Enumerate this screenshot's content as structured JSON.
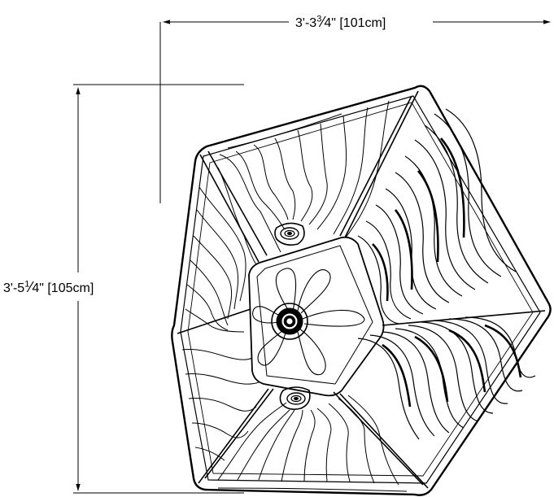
{
  "dimensions": {
    "width": {
      "whole": "3'-3",
      "frac_num": "3",
      "frac_slash": "⁄",
      "frac_den": "4",
      "suffix": "\" [101cm]"
    },
    "height": {
      "whole": "3'-5",
      "frac_num": "1",
      "frac_slash": "⁄",
      "frac_den": "4",
      "suffix": "\" [105cm]"
    }
  },
  "colors": {
    "line": "#000000",
    "background": "#ffffff"
  },
  "icons": [
    "arrowhead-icon",
    "logo-badge-icon",
    "center-hub-icon"
  ]
}
